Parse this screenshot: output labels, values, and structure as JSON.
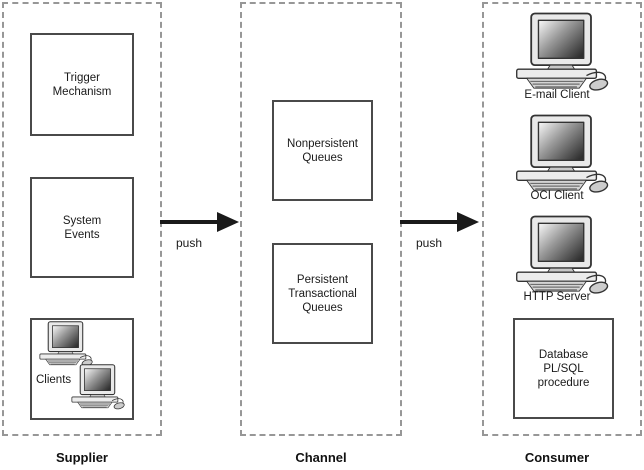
{
  "panels": {
    "supplier": {
      "label": "Supplier",
      "boxes": {
        "trigger": {
          "text": "Trigger\nMechanism"
        },
        "system_events": {
          "text": "System\nEvents"
        },
        "clients": {
          "text": "Clients"
        }
      }
    },
    "channel": {
      "label": "Channel",
      "boxes": {
        "nonpersistent": {
          "text": "Nonpersistent\nQueues"
        },
        "persistent": {
          "text": "Persistent\nTransactional\nQueues"
        }
      }
    },
    "consumer": {
      "label": "Consumer",
      "clients": [
        {
          "label": "E-mail Client"
        },
        {
          "label": "OCI Client"
        },
        {
          "label": "HTTP Server"
        }
      ],
      "boxes": {
        "database": {
          "text": "Database\nPL/SQL\nprocedure"
        }
      }
    }
  },
  "arrows": [
    {
      "label": "push"
    },
    {
      "label": "push"
    }
  ],
  "colors": {
    "dashed_border": "#979797",
    "box_border": "#4a4a4a",
    "arrow": "#1a1a1a",
    "text": "#1a1a1a",
    "monitor_body": "#e9e9e9",
    "screen_dark": "#333333"
  }
}
